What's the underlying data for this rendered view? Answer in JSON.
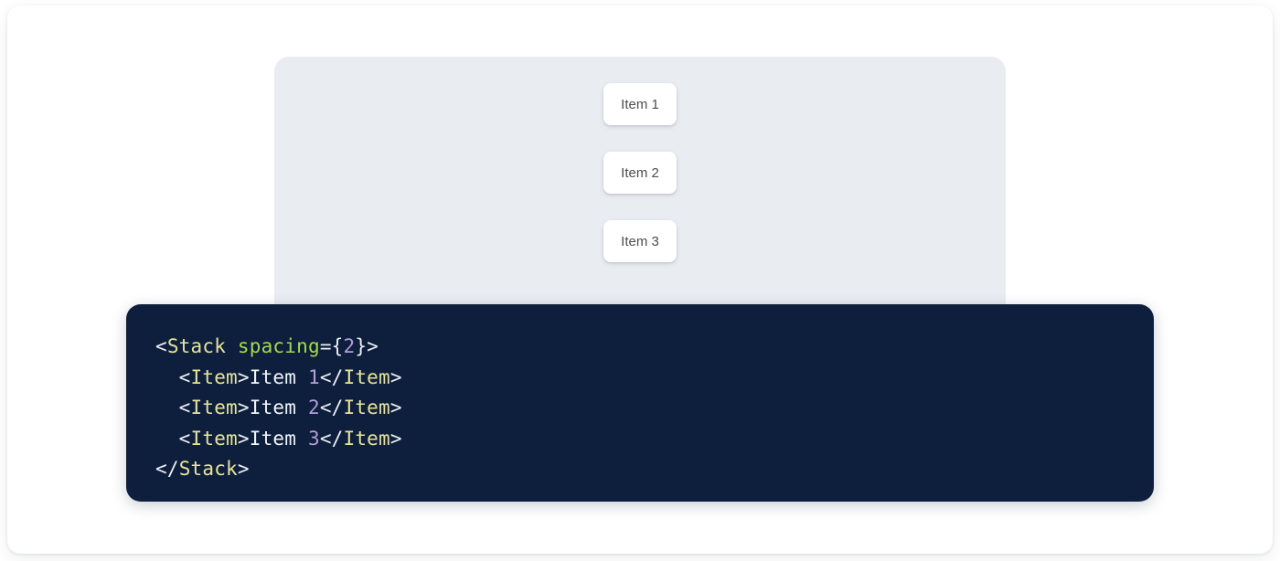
{
  "preview": {
    "stack": {
      "items": [
        {
          "label": "Item 1"
        },
        {
          "label": "Item 2"
        },
        {
          "label": "Item 3"
        }
      ]
    }
  },
  "code": {
    "language": "jsx",
    "lines": [
      {
        "tokens": [
          {
            "text": "<",
            "type": "punct"
          },
          {
            "text": "Stack",
            "type": "tag"
          },
          {
            "text": " ",
            "type": "punct"
          },
          {
            "text": "spacing",
            "type": "attr"
          },
          {
            "text": "={",
            "type": "punct"
          },
          {
            "text": "2",
            "type": "num"
          },
          {
            "text": "}>",
            "type": "punct"
          }
        ]
      },
      {
        "tokens": [
          {
            "text": "  <",
            "type": "punct"
          },
          {
            "text": "Item",
            "type": "tag"
          },
          {
            "text": ">",
            "type": "punct"
          },
          {
            "text": "Item ",
            "type": "text"
          },
          {
            "text": "1",
            "type": "num"
          },
          {
            "text": "</",
            "type": "punct"
          },
          {
            "text": "Item",
            "type": "tag"
          },
          {
            "text": ">",
            "type": "punct"
          }
        ]
      },
      {
        "tokens": [
          {
            "text": "  <",
            "type": "punct"
          },
          {
            "text": "Item",
            "type": "tag"
          },
          {
            "text": ">",
            "type": "punct"
          },
          {
            "text": "Item ",
            "type": "text"
          },
          {
            "text": "2",
            "type": "num"
          },
          {
            "text": "</",
            "type": "punct"
          },
          {
            "text": "Item",
            "type": "tag"
          },
          {
            "text": ">",
            "type": "punct"
          }
        ]
      },
      {
        "tokens": [
          {
            "text": "  <",
            "type": "punct"
          },
          {
            "text": "Item",
            "type": "tag"
          },
          {
            "text": ">",
            "type": "punct"
          },
          {
            "text": "Item ",
            "type": "text"
          },
          {
            "text": "3",
            "type": "num"
          },
          {
            "text": "</",
            "type": "punct"
          },
          {
            "text": "Item",
            "type": "tag"
          },
          {
            "text": ">",
            "type": "punct"
          }
        ]
      },
      {
        "tokens": [
          {
            "text": "</",
            "type": "punct"
          },
          {
            "text": "Stack",
            "type": "tag"
          },
          {
            "text": ">",
            "type": "punct"
          }
        ]
      }
    ]
  },
  "colors": {
    "page_background": "#ffffff",
    "stage_background": "#e9ecf1",
    "item_background": "#ffffff",
    "item_text": "#4d4d4d",
    "code_background": "#0d1f3c",
    "code_punct": "#eceff4",
    "code_tag": "#e8e39c",
    "code_attr": "#a7d84f",
    "code_number": "#b39ddb",
    "code_text": "#f2f4f7"
  }
}
